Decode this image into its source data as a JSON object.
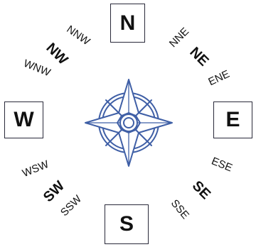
{
  "cardinals": {
    "north": "N",
    "south": "S",
    "east": "E",
    "west": "W"
  },
  "intercardinals": {
    "northwest": "NW",
    "northeast": "NE",
    "southwest": "SW",
    "southeast": "SE"
  },
  "secondary": {
    "nnw": "NNW",
    "wnw": "WNW",
    "nne": "NNE",
    "ene": "ENE",
    "wsw": "WSW",
    "ssw": "SSW",
    "ese": "ESE",
    "sse": "SSE"
  },
  "colors": {
    "rose_stroke": "#3f5fa6",
    "text": "#111111",
    "card_border": "#2a2a3a"
  }
}
